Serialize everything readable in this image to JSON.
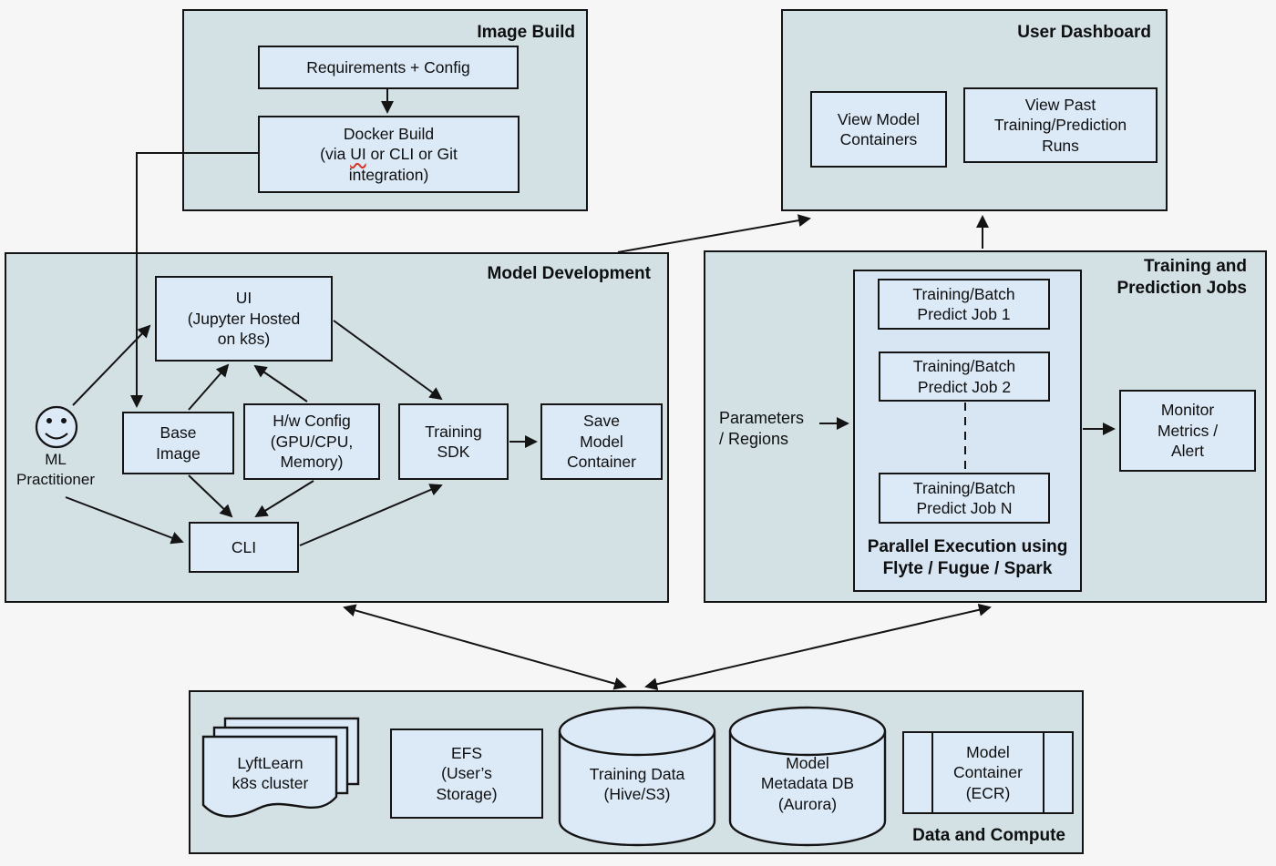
{
  "colors": {
    "page_bg": "#f5f6f5",
    "panel_fill": "#d3e0e4",
    "box_fill": "#dce9f6",
    "subpanel_fill": "#d8e6f3",
    "border": "#141414",
    "spellcheck_squiggle": "#d93526"
  },
  "icons": {
    "ml_practitioner_icon": "smiley-face-outline",
    "lyftlearn_cluster_icon": "stacked-documents",
    "training_data_icon": "database-cylinder",
    "metadata_db_icon": "database-cylinder",
    "model_container_icon": "predefined-process-box"
  },
  "image_build": {
    "title": "Image Build",
    "requirements": "Requirements + Config",
    "docker_line1": "Docker Build",
    "docker_line2_pre": "(via ",
    "docker_line2_ui": "UI",
    "docker_line2_post": " or CLI or Git",
    "docker_line3": "integration)"
  },
  "user_dashboard": {
    "title": "User Dashboard",
    "view_model_containers": "View Model\nContainers",
    "view_past_runs": "View Past\nTraining/Prediction\nRuns"
  },
  "model_development": {
    "title": "Model Development",
    "actor": "ML\nPractitioner",
    "ui_box": "UI\n(Jupyter Hosted\non k8s)",
    "base_image": "Base\nImage",
    "hw_config": "H/w Config\n(GPU/CPU,\nMemory)",
    "training_sdk": "Training\nSDK",
    "save_model_container": "Save\nModel\nContainer",
    "cli": "CLI"
  },
  "training_jobs": {
    "title": "Training and\nPrediction Jobs",
    "parameters": "Parameters\n/ Regions",
    "job1": "Training/Batch\nPredict Job 1",
    "job2": "Training/Batch\nPredict Job 2",
    "jobN": "Training/Batch\nPredict Job N",
    "parallel_caption": "Parallel Execution using\nFlyte / Fugue / Spark",
    "monitor": "Monitor\nMetrics /\nAlert"
  },
  "data_compute": {
    "title": "Data and Compute",
    "lyftlearn_cluster": "LyftLearn\nk8s cluster",
    "efs": "EFS\n(User’s\nStorage)",
    "training_data": "Training Data\n(Hive/S3)",
    "metadata_db": "Model\nMetadata DB\n(Aurora)",
    "model_container": "Model\nContainer\n(ECR)"
  }
}
